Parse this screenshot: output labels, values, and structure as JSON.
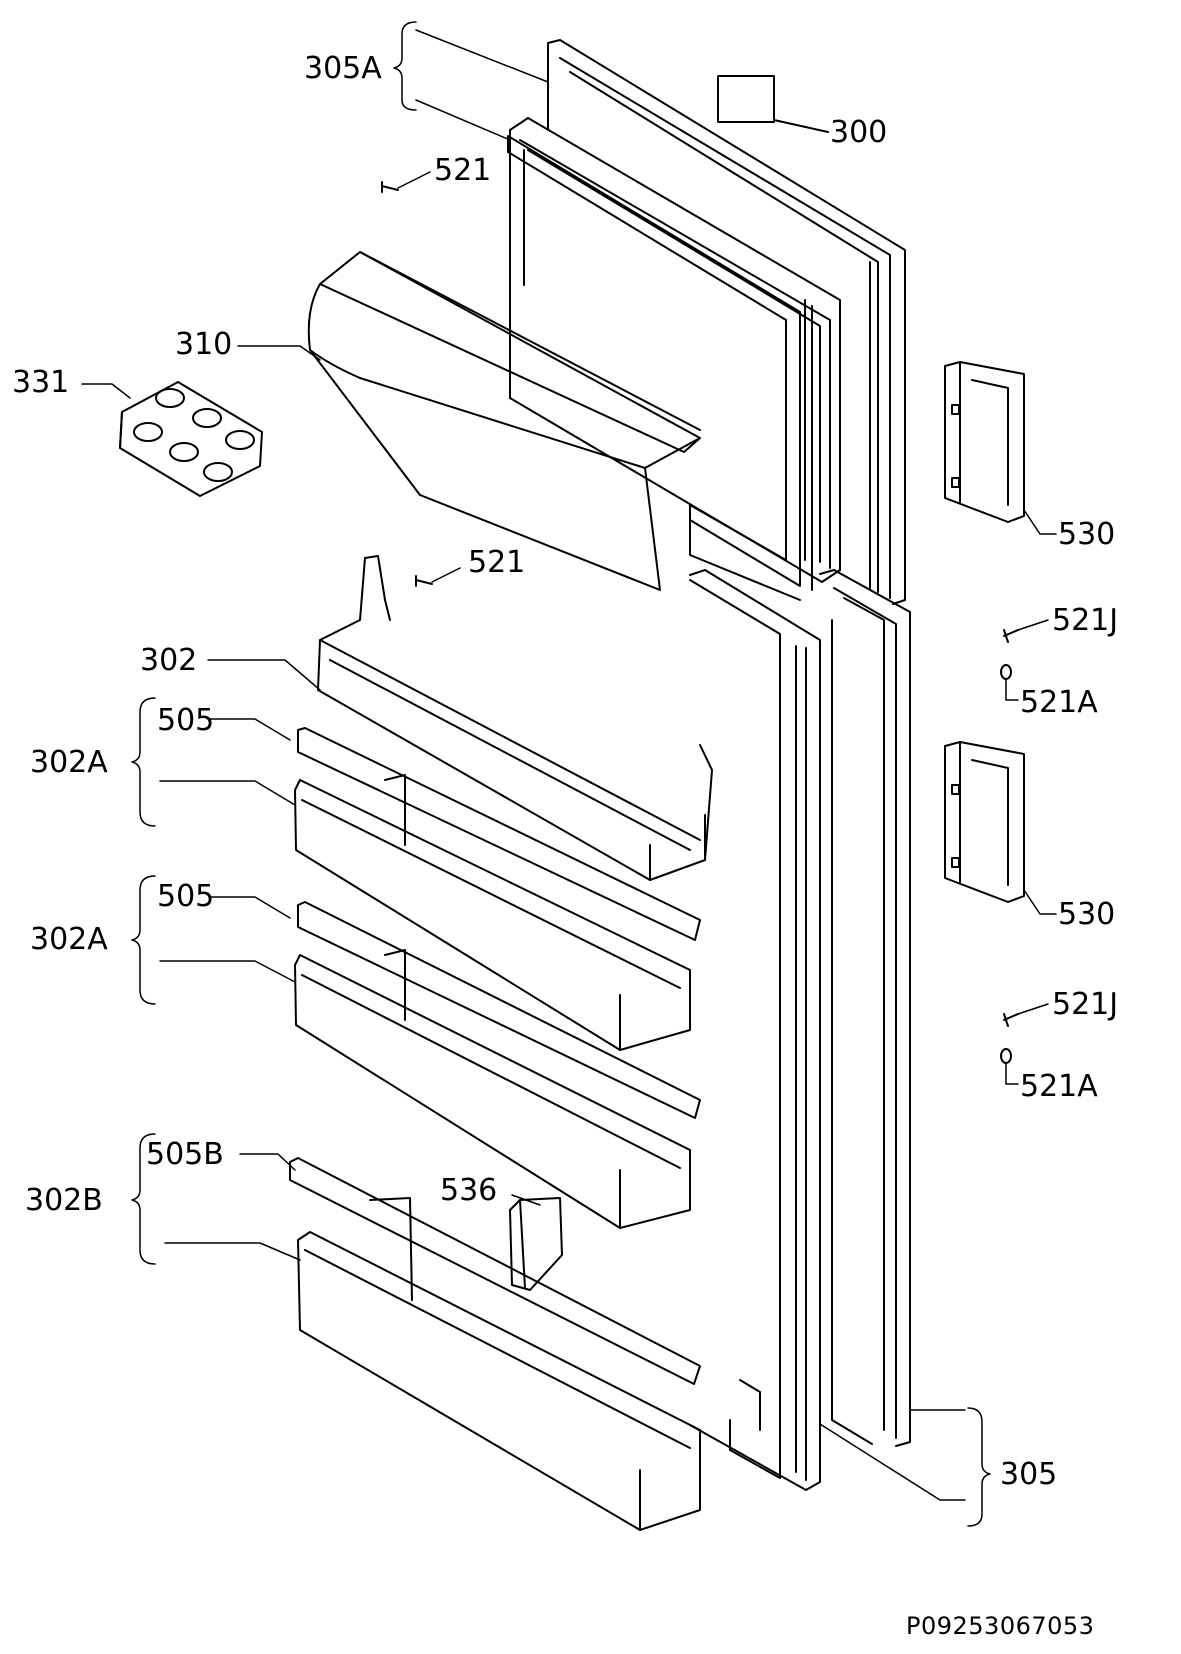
{
  "labels": {
    "l305A": "305A",
    "l300": "300",
    "l521a": "521",
    "l310": "310",
    "l331": "331",
    "l521b": "521",
    "l302": "302",
    "l505a": "505",
    "l302A_1": "302A",
    "l505b": "505",
    "l302A_2": "302A",
    "l505B": "505B",
    "l302B": "302B",
    "l536": "536",
    "l530a": "530",
    "l521J_1": "521J",
    "l521A_1": "521A",
    "l530b": "530",
    "l521J_2": "521J",
    "l521A_2": "521A",
    "l305": "305"
  },
  "drawing_code": "P09253067053"
}
